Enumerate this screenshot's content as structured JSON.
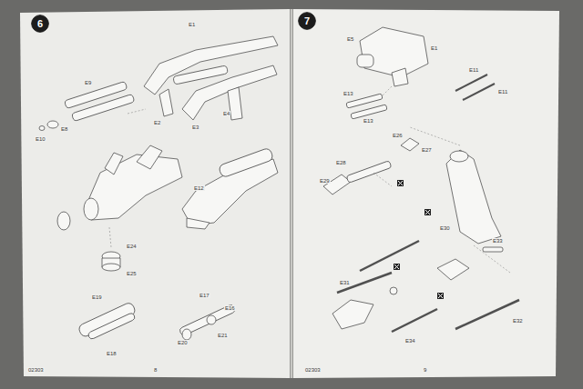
{
  "diagram": {
    "nodes": [
      {
        "text": [
          "6"
        ]
      },
      {
        "text": [
          "7"
        ]
      }
    ],
    "labels": [
      "E1",
      "E9",
      "E8",
      "E10",
      "E2",
      "E3",
      "E4",
      "E12",
      "E24",
      "E25",
      "E19",
      "E18",
      "E17",
      "E16",
      "E20",
      "E21",
      "02303",
      "8",
      "E5",
      "E1",
      "E11",
      "E11",
      "E13",
      "E13",
      "E26",
      "E27",
      "E28",
      "E29",
      "E31",
      "E30",
      "E33",
      "E32",
      "E34",
      "02303",
      "9"
    ]
  }
}
